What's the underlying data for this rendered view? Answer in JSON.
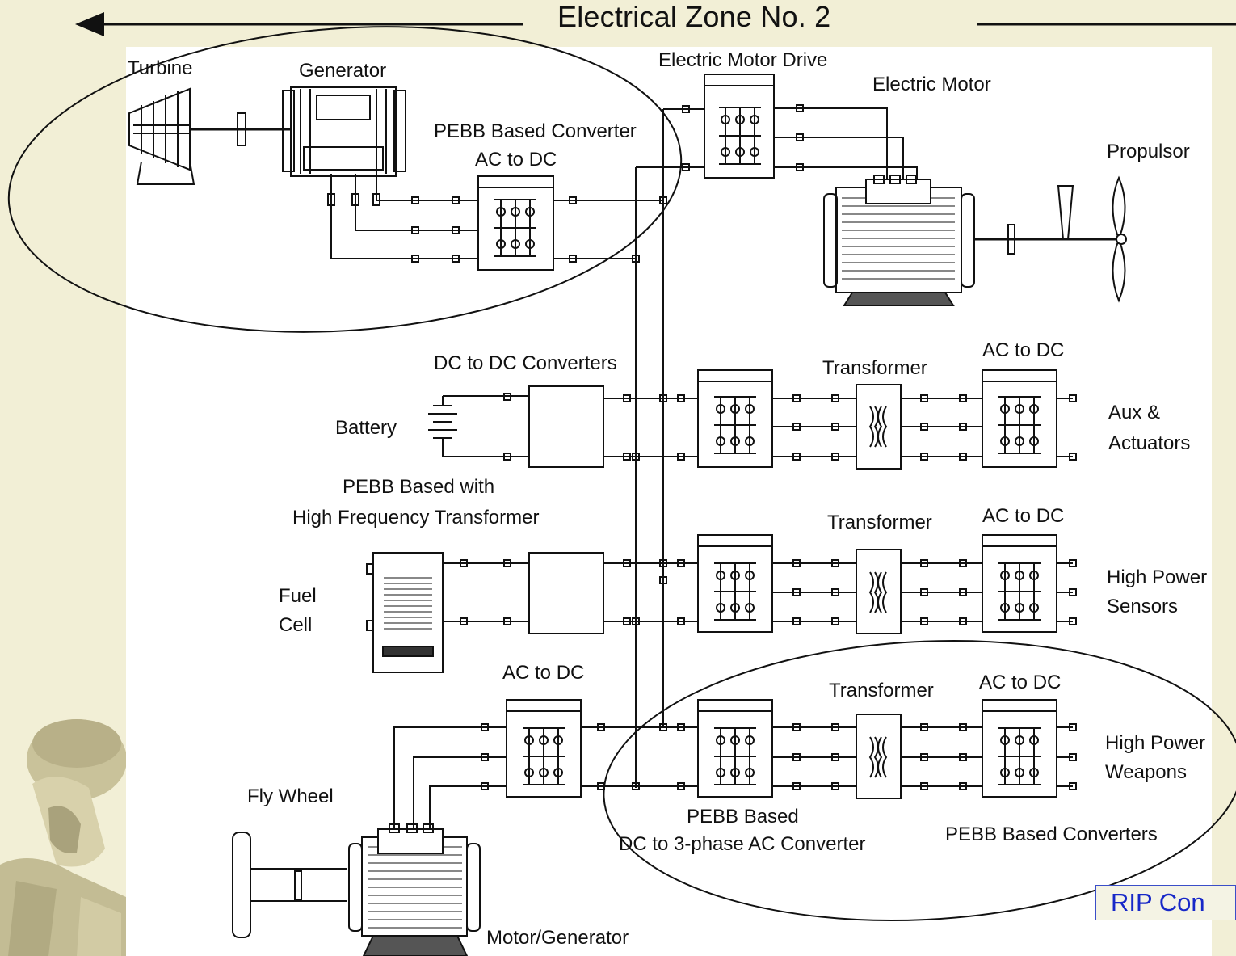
{
  "header": {
    "title": "Electrical Zone No. 2"
  },
  "labels": {
    "turbine": "Turbine",
    "generator": "Generator",
    "electric_motor_drive": "Electric Motor Drive",
    "electric_motor": "Electric Motor",
    "pebb_converter_line1": "PEBB Based Converter",
    "pebb_converter_line2": "AC to DC",
    "propulsor": "Propulsor",
    "dc_to_dc_converters": "DC to DC Converters",
    "battery": "Battery",
    "transformer": "Transformer",
    "ac_to_dc": "AC to DC",
    "aux_line1": "Aux &",
    "aux_line2": "Actuators",
    "pebb_hft_line1": "PEBB Based with",
    "pebb_hft_line2": "High Frequency Transformer",
    "fuel_line1": "Fuel",
    "fuel_line2": "Cell",
    "sensors_line1": "High Power",
    "sensors_line2": "Sensors",
    "weapons_line1": "High Power",
    "weapons_line2": "Weapons",
    "fly_wheel": "Fly Wheel",
    "pebb_dc3_line1": "PEBB Based",
    "pebb_dc3_line2": "DC to 3-phase AC Converter",
    "pebb_based_converters": "PEBB Based Converters",
    "motor_generator": "Motor/Generator"
  },
  "rip_box": {
    "text": "RIP Con"
  }
}
